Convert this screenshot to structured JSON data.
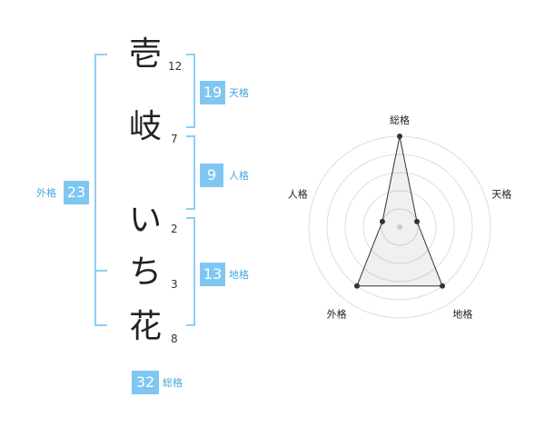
{
  "name_chars": [
    {
      "char": "壱",
      "strokes": "12"
    },
    {
      "char": "岐",
      "strokes": "7"
    },
    {
      "char": "い",
      "strokes": "2"
    },
    {
      "char": "ち",
      "strokes": "3"
    },
    {
      "char": "花",
      "strokes": "8"
    }
  ],
  "fortune": {
    "tenkaku": {
      "value": "19",
      "label": "天格"
    },
    "jinkaku": {
      "value": "9",
      "label": "人格"
    },
    "chikaku": {
      "value": "13",
      "label": "地格"
    },
    "gaikaku": {
      "value": "23",
      "label": "外格"
    },
    "soukaku": {
      "value": "32",
      "label": "総格"
    }
  },
  "colors": {
    "accent": "#7fc7f2",
    "label": "#46a6de",
    "bracket": "#8ccff5"
  },
  "chart_data": {
    "type": "radar",
    "axes": [
      "総格",
      "天格",
      "地格",
      "外格",
      "人格"
    ],
    "rings": 5,
    "values": [
      5,
      1,
      4,
      4,
      1
    ],
    "max": 5
  }
}
